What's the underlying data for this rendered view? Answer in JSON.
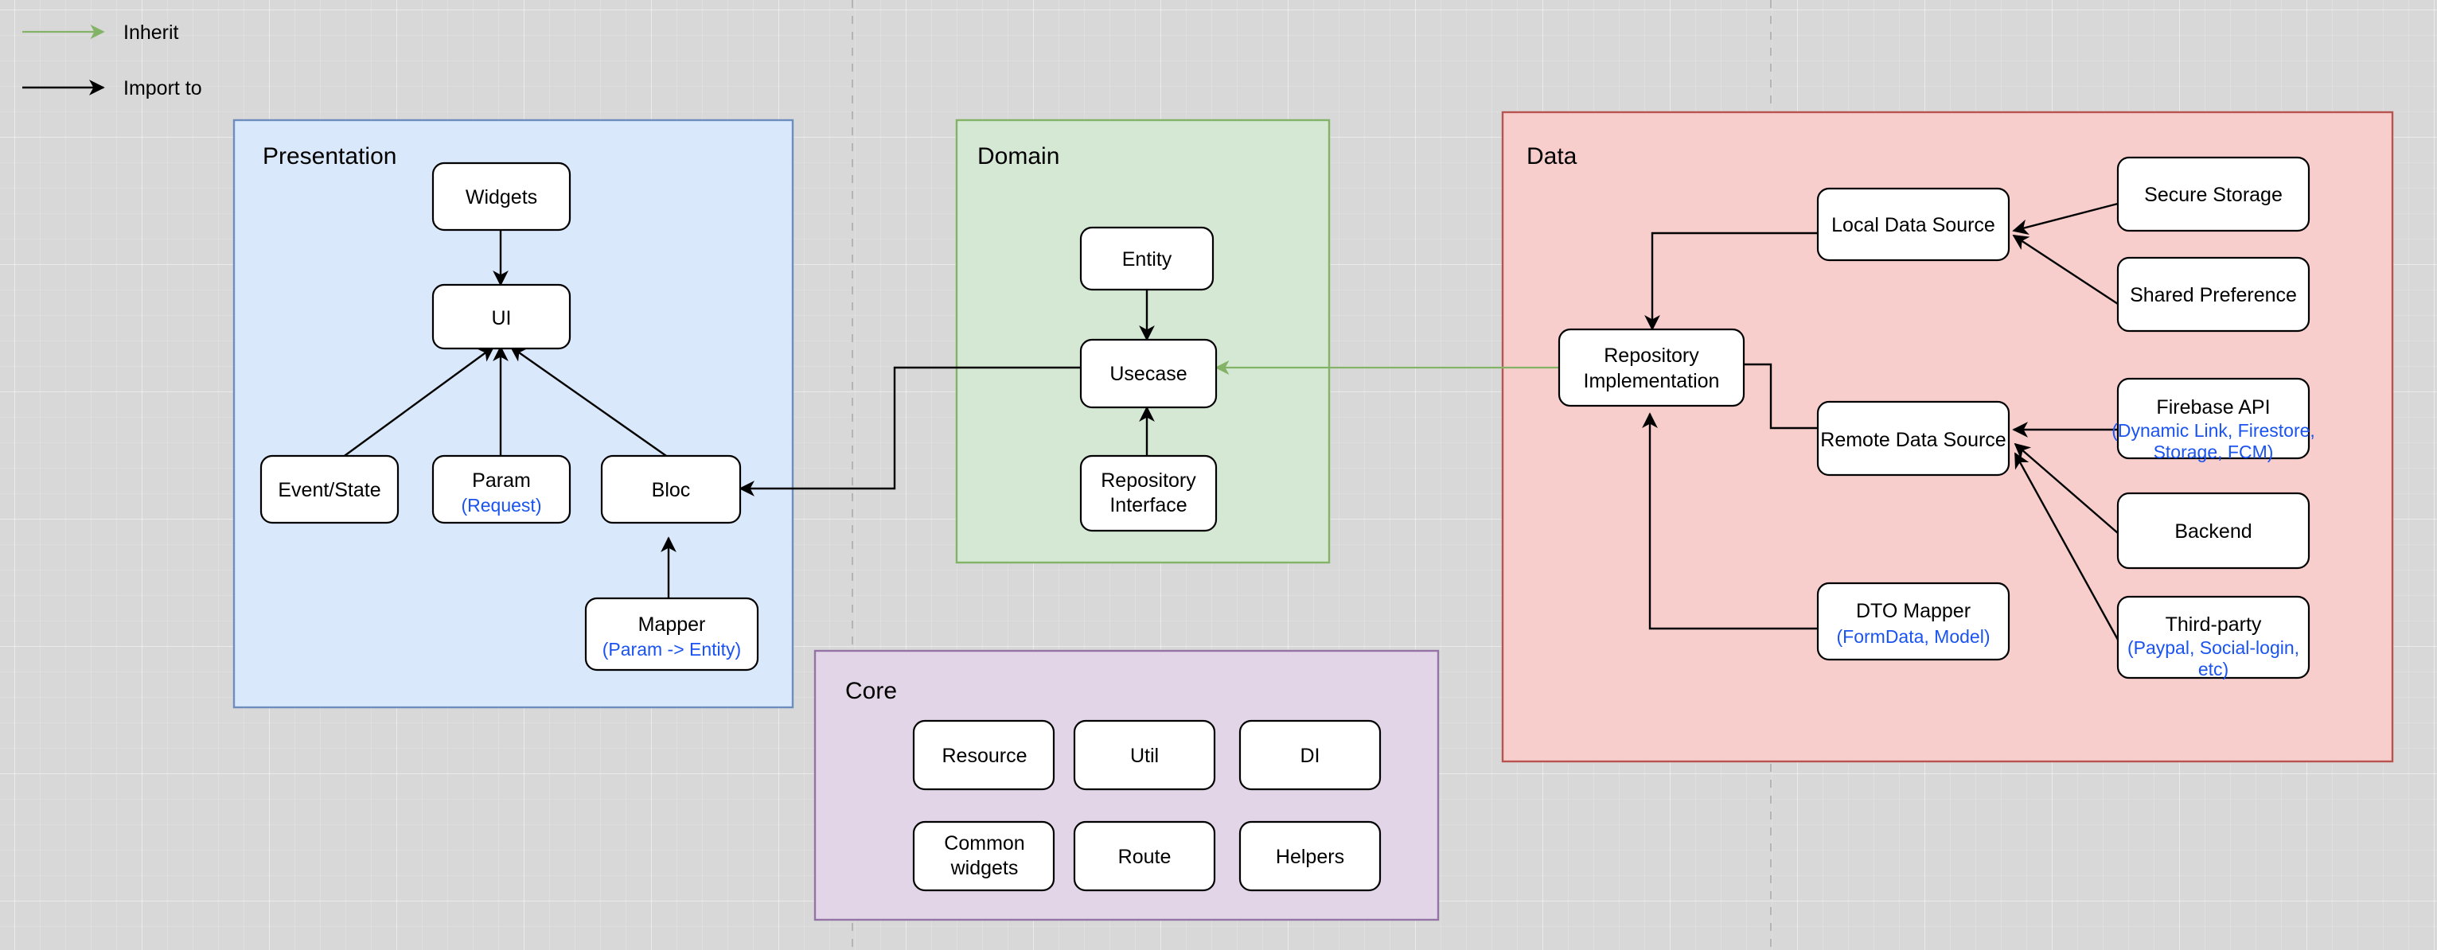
{
  "legend": {
    "items": [
      {
        "id": "inherit",
        "label": "Inherit",
        "color": "#82b366"
      },
      {
        "id": "import-to",
        "label": "Import to",
        "color": "#000000"
      }
    ]
  },
  "panels": [
    {
      "id": "presentation",
      "title": "Presentation",
      "fill": "#dae8fc",
      "stroke": "#6c8ebf"
    },
    {
      "id": "domain",
      "title": "Domain",
      "fill": "#d5e8d4",
      "stroke": "#82b366"
    },
    {
      "id": "data",
      "title": "Data",
      "fill": "#f8cecc",
      "stroke": "#b85450"
    },
    {
      "id": "core",
      "title": "Core",
      "fill": "#e1d5e7",
      "stroke": "#9673a6"
    }
  ],
  "nodes": {
    "presentation": [
      {
        "id": "widgets",
        "label": "Widgets",
        "sub": ""
      },
      {
        "id": "ui",
        "label": "UI",
        "sub": ""
      },
      {
        "id": "event-state",
        "label": "Event/State",
        "sub": ""
      },
      {
        "id": "param",
        "label": "Param",
        "sub": "(Request)"
      },
      {
        "id": "bloc",
        "label": "Bloc",
        "sub": ""
      },
      {
        "id": "mapper",
        "label": "Mapper",
        "sub": "(Param -> Entity)"
      }
    ],
    "domain": [
      {
        "id": "entity",
        "label": "Entity",
        "sub": ""
      },
      {
        "id": "usecase",
        "label": "Usecase",
        "sub": ""
      },
      {
        "id": "repository-interface",
        "label": "Repository",
        "label2": "Interface",
        "sub": ""
      }
    ],
    "data": [
      {
        "id": "local-data-source",
        "label": "Local Data Source",
        "sub": ""
      },
      {
        "id": "repository-implementation",
        "label": "Repository",
        "label2": "Implementation",
        "sub": ""
      },
      {
        "id": "remote-data-source",
        "label": "Remote Data Source",
        "sub": ""
      },
      {
        "id": "dto-mapper",
        "label": "DTO Mapper",
        "sub": "(FormData, Model)"
      },
      {
        "id": "secure-storage",
        "label": "Secure Storage",
        "sub": ""
      },
      {
        "id": "shared-preference",
        "label": "Shared Preference",
        "sub": ""
      },
      {
        "id": "firebase-api",
        "label": "Firebase API",
        "sub": "(Dynamic Link, Firestore,",
        "sub2": "Storage, FCM)"
      },
      {
        "id": "backend",
        "label": "Backend",
        "sub": ""
      },
      {
        "id": "third-party",
        "label": "Third-party",
        "sub": "(Paypal, Social-login,",
        "sub2": "etc)"
      }
    ],
    "core": [
      {
        "id": "resource",
        "label": "Resource",
        "sub": ""
      },
      {
        "id": "util",
        "label": "Util",
        "sub": ""
      },
      {
        "id": "di",
        "label": "DI",
        "sub": ""
      },
      {
        "id": "common-widgets",
        "label": "Common",
        "label2": "widgets",
        "sub": ""
      },
      {
        "id": "route",
        "label": "Route",
        "sub": ""
      },
      {
        "id": "helpers",
        "label": "Helpers",
        "sub": ""
      }
    ]
  },
  "edges": [
    {
      "id": "widgets-to-ui",
      "from": "widgets",
      "to": "ui",
      "kind": "import-to"
    },
    {
      "id": "event-state-to-ui",
      "from": "event-state",
      "to": "ui",
      "kind": "import-to"
    },
    {
      "id": "param-to-ui",
      "from": "param",
      "to": "ui",
      "kind": "import-to"
    },
    {
      "id": "bloc-to-ui",
      "from": "bloc",
      "to": "ui",
      "kind": "import-to"
    },
    {
      "id": "mapper-to-bloc",
      "from": "mapper",
      "to": "bloc",
      "kind": "import-to"
    },
    {
      "id": "entity-to-usecase",
      "from": "entity",
      "to": "usecase",
      "kind": "import-to"
    },
    {
      "id": "repository-interface-to-usecase",
      "from": "repository-interface",
      "to": "usecase",
      "kind": "import-to"
    },
    {
      "id": "usecase-to-bloc",
      "from": "usecase",
      "to": "bloc",
      "kind": "import-to"
    },
    {
      "id": "repository-implementation-to-usecase",
      "from": "repository-implementation",
      "to": "usecase",
      "kind": "inherit"
    },
    {
      "id": "local-data-source-to-repository-implementation",
      "from": "local-data-source",
      "to": "repository-implementation",
      "kind": "import-to"
    },
    {
      "id": "remote-data-source-to-repository-implementation",
      "from": "remote-data-source",
      "to": "repository-implementation",
      "kind": "import-to"
    },
    {
      "id": "dto-mapper-to-repository-implementation",
      "from": "dto-mapper",
      "to": "repository-implementation",
      "kind": "import-to"
    },
    {
      "id": "secure-storage-to-local-data-source",
      "from": "secure-storage",
      "to": "local-data-source",
      "kind": "import-to"
    },
    {
      "id": "shared-preference-to-local-data-source",
      "from": "shared-preference",
      "to": "local-data-source",
      "kind": "import-to"
    },
    {
      "id": "firebase-api-to-remote-data-source",
      "from": "firebase-api",
      "to": "remote-data-source",
      "kind": "import-to"
    },
    {
      "id": "backend-to-remote-data-source",
      "from": "backend",
      "to": "remote-data-source",
      "kind": "import-to"
    },
    {
      "id": "third-party-to-remote-data-source",
      "from": "third-party",
      "to": "remote-data-source",
      "kind": "import-to"
    }
  ]
}
